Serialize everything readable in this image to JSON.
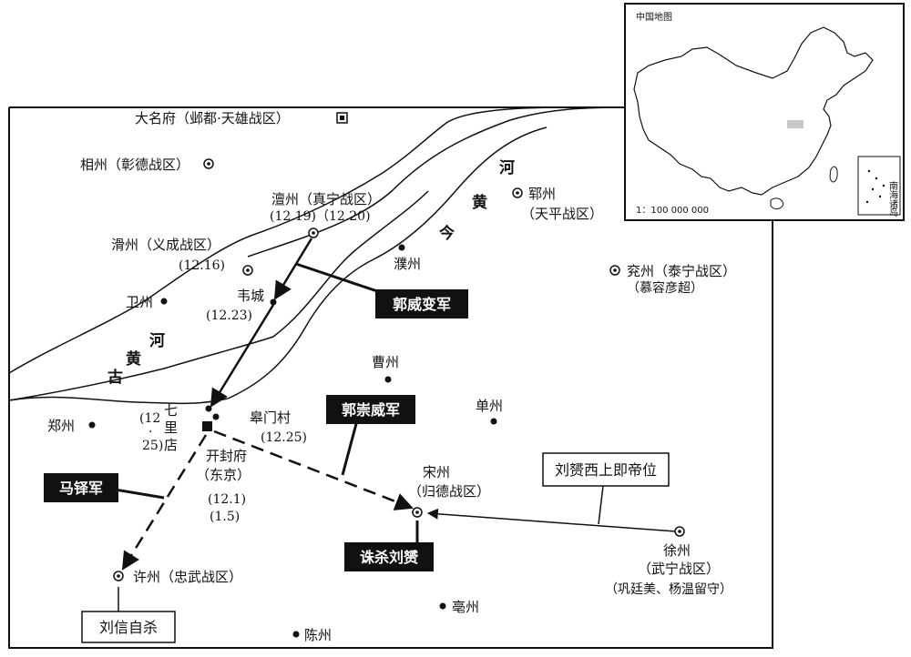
{
  "cities": {
    "daming": "大名府（邺都·天雄战区）",
    "xiangzhou": "相州（彰德战区）",
    "chanzhou": "澶州（真宁战区）",
    "chanzhou_dates": "(12.19)（12.20)",
    "yunzhou": "郓州",
    "yunzhou_zone": "（天平战区）",
    "huazhou": "滑州（义成战区）",
    "huazhou_date": "(12.16)",
    "puzhou": "濮州",
    "yanzhou": "兖州（泰宁战区）",
    "yanzhou_person": "（慕容彦超）",
    "weizhou": "卫州",
    "weicheng": "韦城",
    "weicheng_date": "(12.23)",
    "caozhou": "曹州",
    "shanzhou": "单州",
    "zhengzhou": "郑州",
    "qilidian_1": "七",
    "qilidian_2": "里",
    "qilidian_3": "店",
    "qilidian_d1": "(12",
    "qilidian_d2": "·",
    "qilidian_d3": "25)",
    "gaomen": "皋门村",
    "gaomen_date": "(12.25)",
    "kaifeng": "开封府",
    "kaifeng_alt": "（东京）",
    "kaifeng_d1": "(12.1)",
    "kaifeng_d2": "(1.5)",
    "songzhou": "宋州",
    "songzhou_zone": "（归德战区）",
    "xuzhou": "徐州",
    "xuzhou_zone": "（武宁战区）",
    "xuzhou_note": "（巩廷美、杨温留守）",
    "xuzhou2": "许州（忠武战区）",
    "bozhou": "亳州",
    "chenzhou": "陈州"
  },
  "rivers": {
    "jin": [
      "河",
      "黄",
      "今"
    ],
    "gu": [
      "古",
      "黄",
      "河"
    ]
  },
  "callouts": {
    "guowei": "郭威变军",
    "guochongwei": "郭崇威军",
    "maduo": "马铎军",
    "zhusha": "诛杀刘赟",
    "liuyun": "刘赟西上即帝位",
    "liuxin": "刘信自杀"
  },
  "inset": {
    "title": "中国地图",
    "scale": "1：100 000 000",
    "south_sea": [
      "南",
      "海",
      "诸",
      "岛"
    ]
  }
}
